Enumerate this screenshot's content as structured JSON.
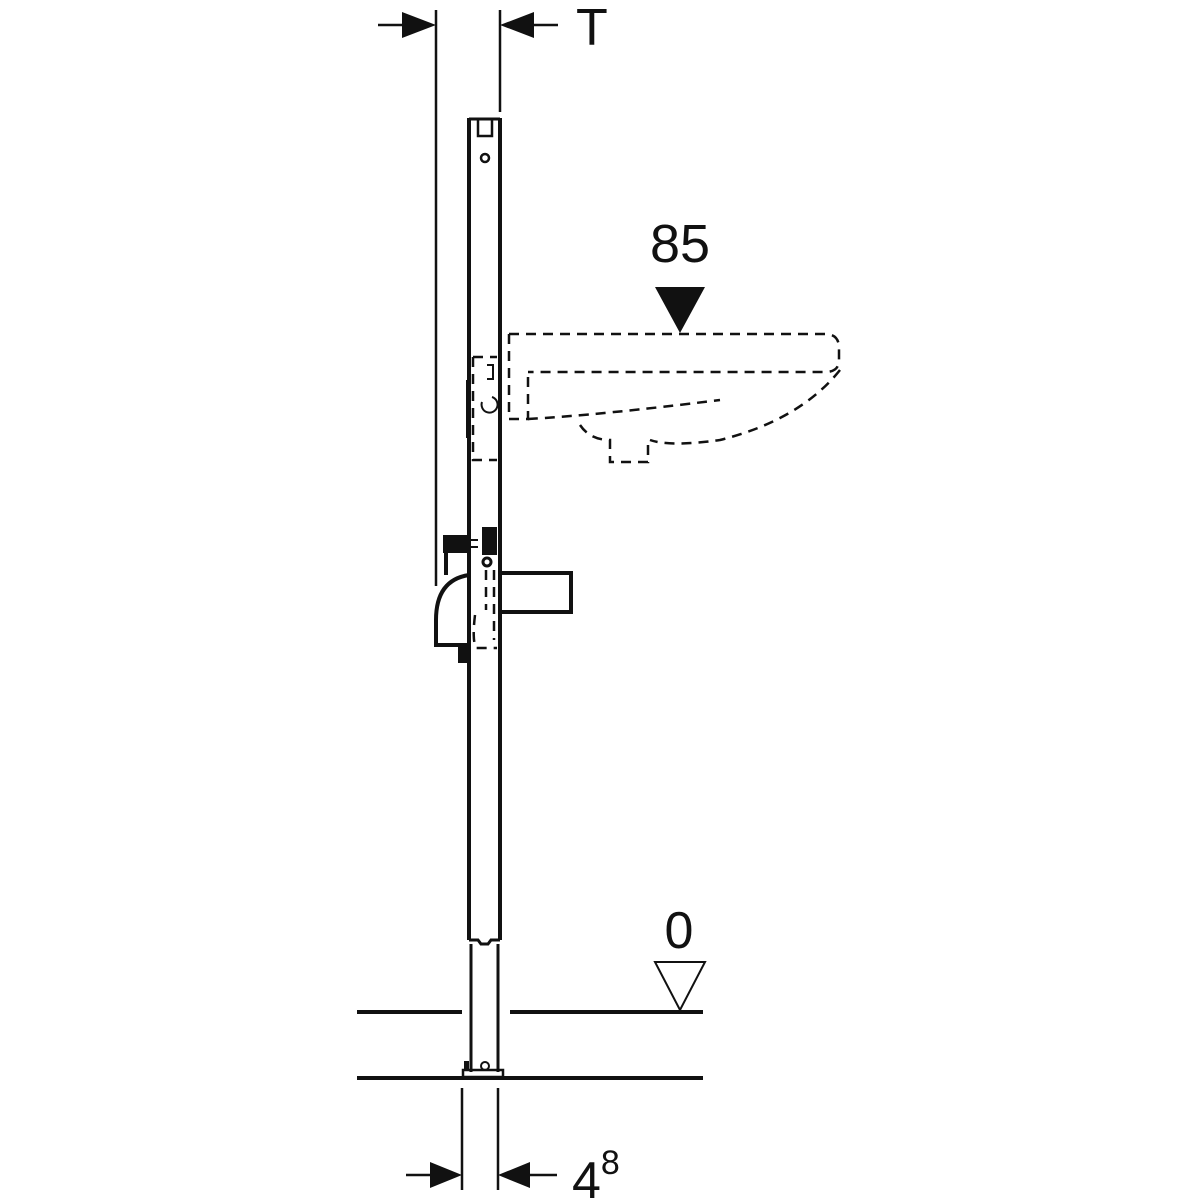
{
  "drawing": {
    "dimension_top_label": "T",
    "basin_height_label": "85",
    "floor_level_label": "0",
    "bottom_width_label_base": "4",
    "bottom_width_label_sup": "8",
    "line_color": "#111111"
  }
}
